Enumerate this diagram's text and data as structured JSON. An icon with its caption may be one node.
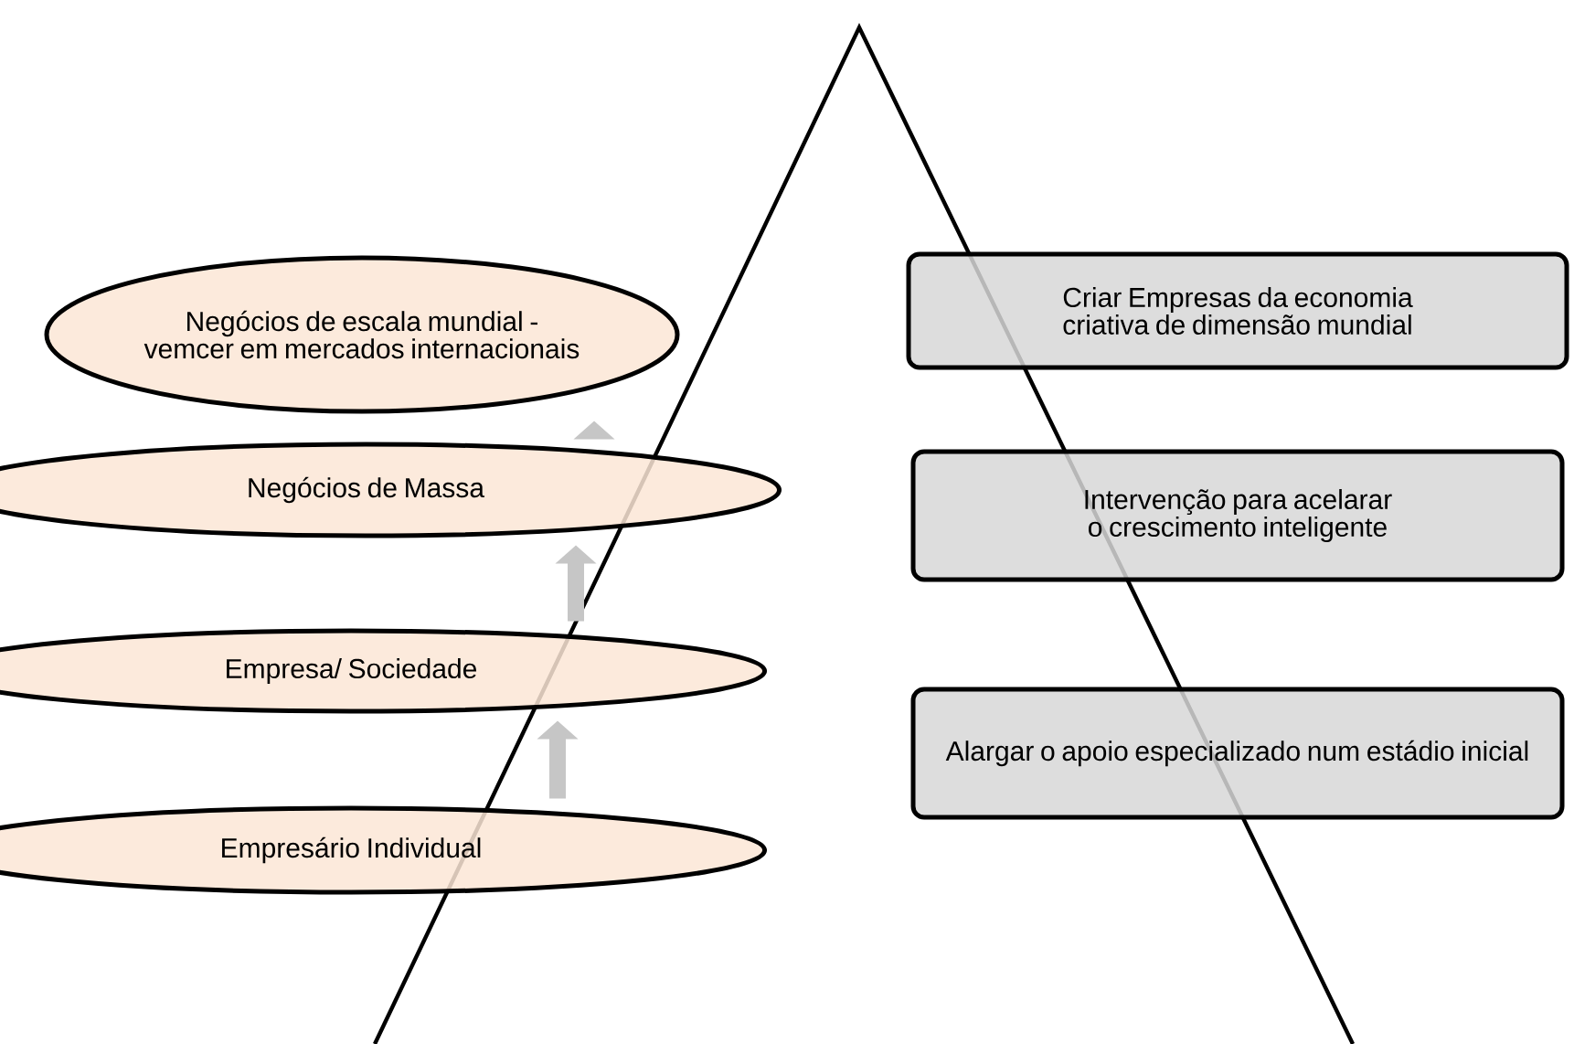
{
  "diagram": {
    "nodes": [
      {
        "text": [
          "Negócios de escala mundial - vemcer em mercados internacionais"
        ]
      },
      {
        "text": [
          "Negócios de Massa"
        ]
      },
      {
        "text": [
          "Empresa/ Sociedade"
        ]
      },
      {
        "text": [
          "Empresário Individual"
        ]
      },
      {
        "text": [
          "Criar Empresas da economia criativa de dimensão mundial"
        ]
      },
      {
        "text": [
          "Intervenção para acelarar o crescimento inteligente"
        ]
      },
      {
        "text": [
          "Alargar o apoio especializado num estádio inicial"
        ]
      }
    ],
    "edges": [
      {
        "from": 3,
        "to": 2,
        "arrow": "to"
      },
      {
        "from": 2,
        "to": 1,
        "arrow": "to"
      },
      {
        "from": 1,
        "to": 0,
        "arrow": "to"
      }
    ]
  }
}
